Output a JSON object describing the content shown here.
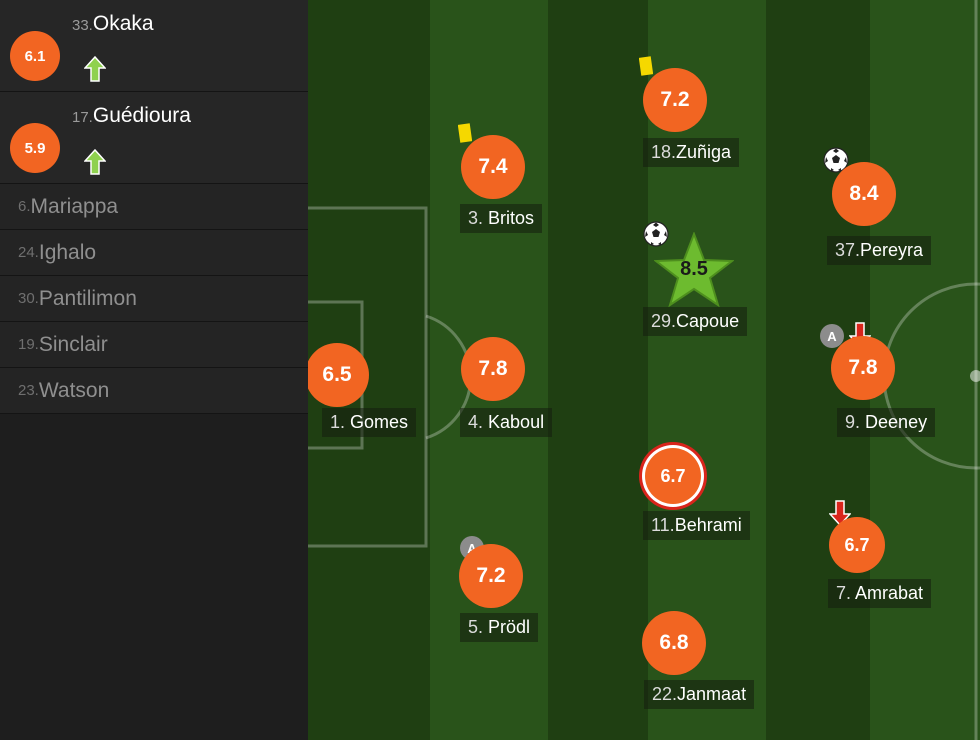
{
  "substitutes": [
    {
      "number": "33.",
      "name": "Okaka",
      "rating": "6.1",
      "icon": "sub-in-arrow-icon"
    },
    {
      "number": "17.",
      "name": "Guédioura",
      "rating": "5.9",
      "icon": "sub-in-arrow-icon"
    }
  ],
  "bench": [
    {
      "number": "6.",
      "name": "Mariappa"
    },
    {
      "number": "24.",
      "name": "Ighalo"
    },
    {
      "number": "30.",
      "name": "Pantilimon"
    },
    {
      "number": "19.",
      "name": "Sinclair"
    },
    {
      "number": "23.",
      "name": "Watson"
    }
  ],
  "players": {
    "gomes": {
      "number": "1.",
      "name": "Gomes",
      "rating": "6.5"
    },
    "britos": {
      "number": "3.",
      "name": "Britos",
      "rating": "7.4"
    },
    "kaboul": {
      "number": "4.",
      "name": "Kaboul",
      "rating": "7.8"
    },
    "prodl": {
      "number": "5.",
      "name": "Prödl",
      "rating": "7.2"
    },
    "zuniga": {
      "number": "18.",
      "name": "Zuñiga",
      "rating": "7.2"
    },
    "capoue": {
      "number": "29.",
      "name": "Capoue",
      "rating": "8.5"
    },
    "behrami": {
      "number": "11.",
      "name": "Behrami",
      "rating": "6.7"
    },
    "janmaat": {
      "number": "22.",
      "name": "Janmaat",
      "rating": "6.8"
    },
    "pereyra": {
      "number": "37.",
      "name": "Pereyra",
      "rating": "8.4"
    },
    "deeney": {
      "number": "9.",
      "name": "Deeney",
      "rating": "7.8"
    },
    "amrabat": {
      "number": "7.",
      "name": "Amrabat",
      "rating": "6.7"
    }
  },
  "event_icons": {
    "assist_letter": "A",
    "yellow_card": "yellow-card-icon",
    "goal": "football-icon",
    "sub_out": "sub-out-arrow-icon",
    "man_of_the_match": "star-icon"
  },
  "colors": {
    "rating_badge": "#f26522",
    "star": "#6dbb2f",
    "sub_in_arrow": "#8fd14f",
    "sub_out_arrow": "#d9251c",
    "yellow_card": "#f5d800",
    "pitch_dark": "#1f3f12",
    "pitch_light": "#29531a"
  }
}
